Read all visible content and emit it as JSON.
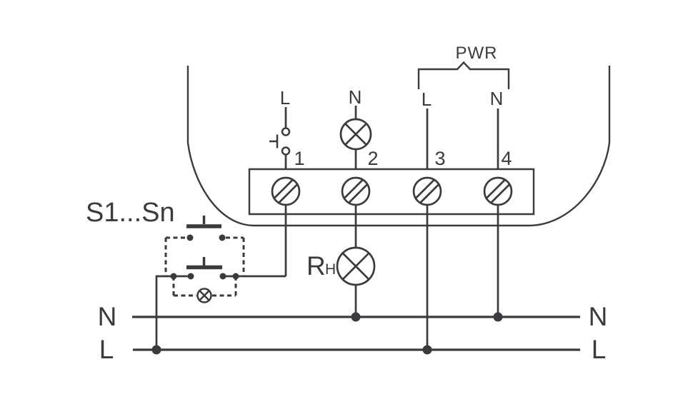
{
  "colors": {
    "stroke": "#3b3b3d",
    "background": "#ffffff"
  },
  "switch_group": {
    "label": "S1...Sn"
  },
  "pwr": {
    "label": "PWR"
  },
  "terminals": [
    {
      "number": "1",
      "top_label": "L"
    },
    {
      "number": "2",
      "top_label": "N"
    },
    {
      "number": "3",
      "top_label": "L"
    },
    {
      "number": "4",
      "top_label": "N"
    }
  ],
  "load": {
    "label_main": "R",
    "label_sub": "H"
  },
  "bus": {
    "neutral": {
      "left_label": "N",
      "right_label": "N"
    },
    "line": {
      "left_label": "L",
      "right_label": "L"
    }
  },
  "icons": {
    "lamp": "lamp-icon (circle with X)",
    "screw": "screw-terminal-icon (circle with diagonal slots)",
    "pushbutton": "pushbutton-icon (bar with stem)",
    "contact": "normally-open-contact-icon (two small circles)"
  }
}
